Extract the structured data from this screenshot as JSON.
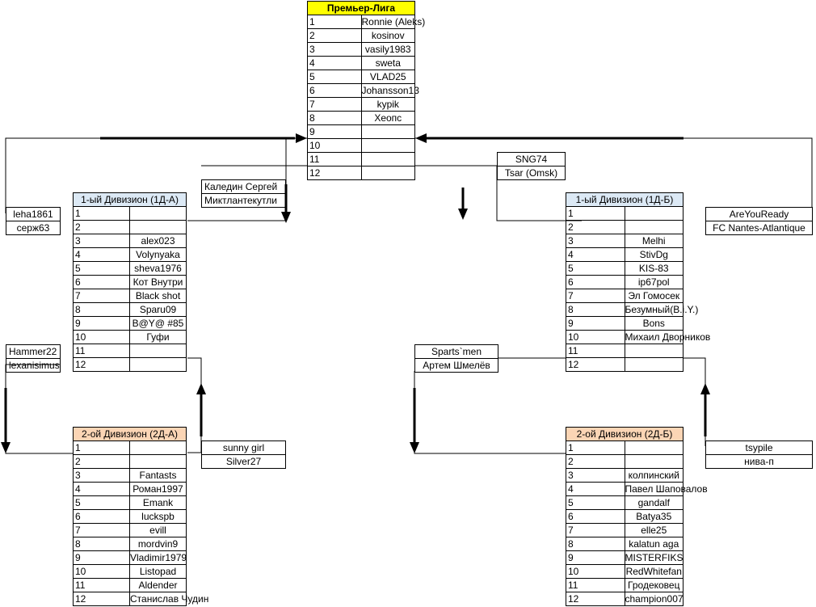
{
  "premier": {
    "title": "Премьер-Лига",
    "rows": [
      "Ronnie (Aleks)",
      "kosinov",
      "vasily1983",
      "sweta",
      "VLAD25",
      "Johansson13",
      "kypik",
      "Хеопс",
      "",
      "",
      "",
      ""
    ]
  },
  "div1a": {
    "title": "1-ый Дивизион (1Д-А)",
    "rows": [
      "",
      "",
      "alex023",
      "Volynyaka",
      "sheva1976",
      "Кот Внутри",
      "Black shot",
      "Sparu09",
      "B@Y@ #85",
      "Гуфи",
      "",
      ""
    ]
  },
  "div1b": {
    "title": "1-ый Дивизион (1Д-Б)",
    "rows": [
      "",
      "",
      "Melhi",
      "StivDg",
      "KIS-83",
      "ip67pol",
      "Эл Гомосек",
      "Безумный(B.i.Y.)",
      "Bons",
      "Михаил Дворников",
      "",
      ""
    ]
  },
  "div2a": {
    "title": "2-ой Дивизион (2Д-А)",
    "rows": [
      "",
      "",
      "Fantasts",
      "Роман1997",
      "Emank",
      "luckspb",
      "evill",
      "mordvin9",
      "Vladimir1979",
      "Listopad",
      "Aldender",
      "Станислав Чудин"
    ]
  },
  "div2b": {
    "title": "2-ой Дивизион (2Д-Б)",
    "rows": [
      "",
      "",
      "колпинский",
      "Павел Шаповалов",
      "gandalf",
      "Batya35",
      "elle25",
      "kalatun aga",
      "MISTERFIKS",
      "RedWhitefan",
      "Гродековец",
      "champion007"
    ]
  },
  "playoffs": {
    "pl_left": [
      "Каледин Сергей",
      "Миктлантекутли"
    ],
    "pl_right": [
      "SNG74",
      "Tsar (Omsk)"
    ],
    "d1a_top": [
      "leha1861",
      "серж63"
    ],
    "d1b_top": [
      "AreYouReady",
      "FC Nantes-Atlantique"
    ],
    "d1a_bottom": [
      "Hammer22",
      "lexanisimus"
    ],
    "d1b_bottom": [
      "Sparts`men",
      "Артем Шмелёв"
    ],
    "d2a_top": [
      "sunny girl",
      "Silver27"
    ],
    "d2b_top": [
      "tsypile",
      "нива-п"
    ]
  }
}
